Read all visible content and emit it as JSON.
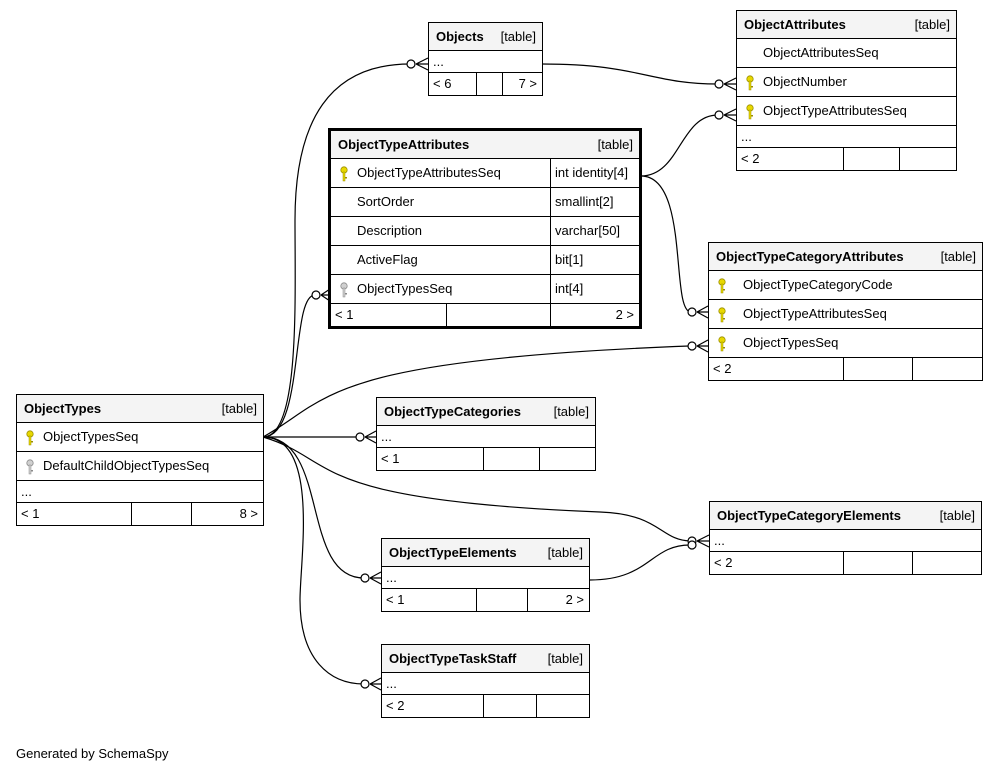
{
  "diagram": {
    "footer": "Generated by SchemaSpy",
    "tables": {
      "objects": {
        "name": "Objects",
        "kind": "[table]",
        "ellipsis": "...",
        "parents": "< 6",
        "children": "7 >"
      },
      "object_attributes": {
        "name": "ObjectAttributes",
        "kind": "[table]",
        "ellipsis": "...",
        "columns": [
          {
            "name": "ObjectAttributesSeq",
            "key": "none"
          },
          {
            "name": "ObjectNumber",
            "key": "foreign"
          },
          {
            "name": "ObjectTypeAttributesSeq",
            "key": "foreign"
          }
        ],
        "parents": "< 2",
        "children": ""
      },
      "object_type_attributes": {
        "name": "ObjectTypeAttributes",
        "kind": "[table]",
        "columns": [
          {
            "name": "ObjectTypeAttributesSeq",
            "type": "int identity[4]",
            "key": "primary"
          },
          {
            "name": "SortOrder",
            "type": "smallint[2]",
            "key": "none"
          },
          {
            "name": "Description",
            "type": "varchar[50]",
            "key": "none"
          },
          {
            "name": "ActiveFlag",
            "type": "bit[1]",
            "key": "none"
          },
          {
            "name": "ObjectTypesSeq",
            "type": "int[4]",
            "key": "index"
          }
        ],
        "parents": "< 1",
        "children": "2 >"
      },
      "object_type_category_attributes": {
        "name": "ObjectTypeCategoryAttributes",
        "kind": "[table]",
        "columns": [
          {
            "name": "ObjectTypeCategoryCode",
            "key": "foreign"
          },
          {
            "name": "ObjectTypeAttributesSeq",
            "key": "foreign"
          },
          {
            "name": "ObjectTypesSeq",
            "key": "foreign"
          }
        ],
        "parents": "< 2",
        "children": ""
      },
      "object_types": {
        "name": "ObjectTypes",
        "kind": "[table]",
        "ellipsis": "...",
        "columns": [
          {
            "name": "ObjectTypesSeq",
            "key": "primary"
          },
          {
            "name": "DefaultChildObjectTypesSeq",
            "key": "index"
          }
        ],
        "parents": "< 1",
        "children": "8 >"
      },
      "object_type_categories": {
        "name": "ObjectTypeCategories",
        "kind": "[table]",
        "ellipsis": "...",
        "parents": "< 1",
        "children": ""
      },
      "object_type_category_elements": {
        "name": "ObjectTypeCategoryElements",
        "kind": "[table]",
        "ellipsis": "...",
        "parents": "< 2",
        "children": ""
      },
      "object_type_elements": {
        "name": "ObjectTypeElements",
        "kind": "[table]",
        "ellipsis": "...",
        "parents": "< 1",
        "children": "2 >"
      },
      "object_type_task_staff": {
        "name": "ObjectTypeTaskStaff",
        "kind": "[table]",
        "ellipsis": "...",
        "parents": "< 2",
        "children": ""
      }
    },
    "colors": {
      "primary_key": "#e8d800",
      "index_key": "#b0b0b0",
      "line": "#000000"
    }
  }
}
